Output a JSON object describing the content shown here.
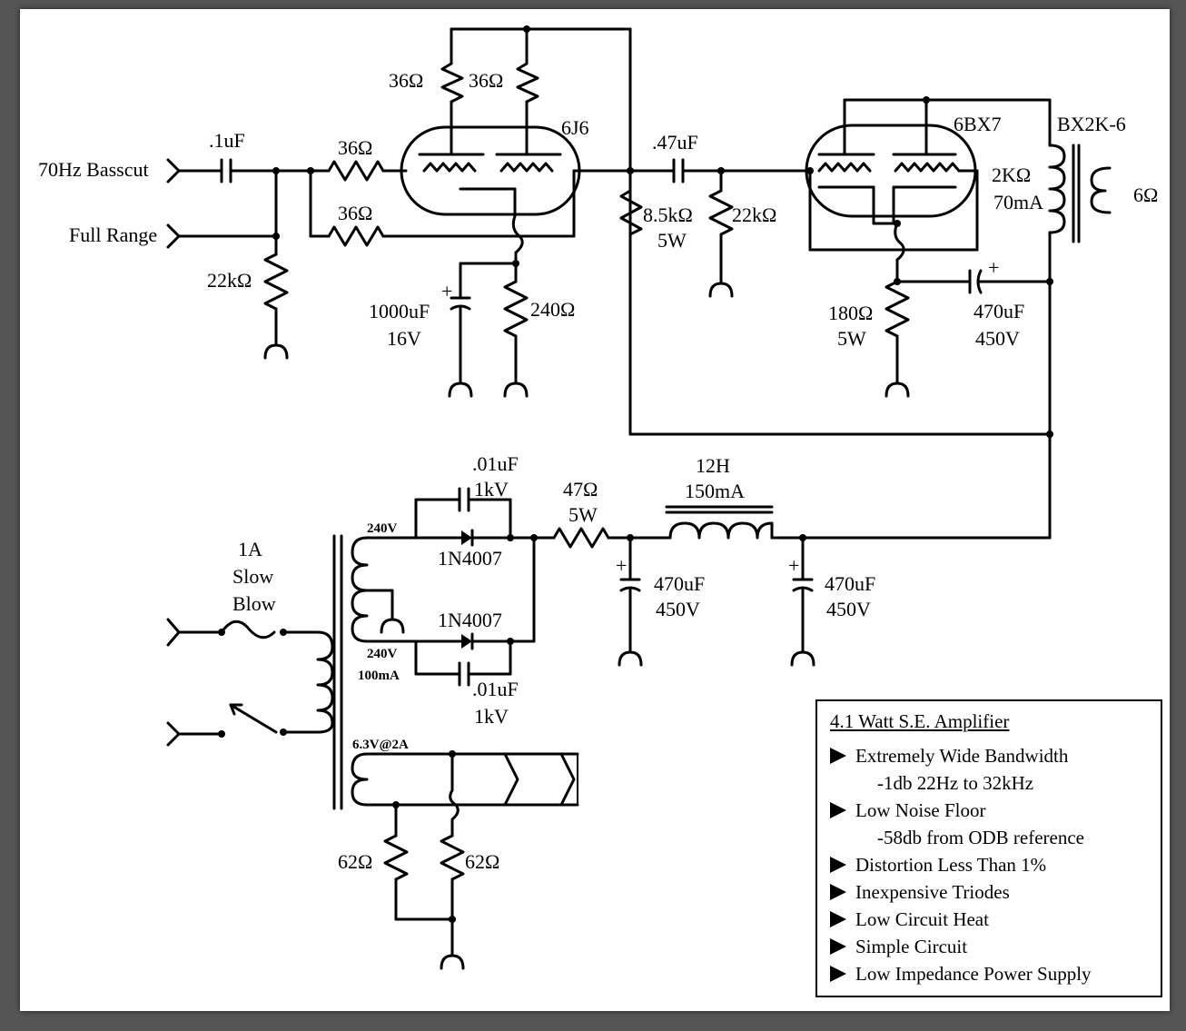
{
  "title": "4.1 Watt S.E. Amplifier",
  "features": [
    {
      "text": "Extremely Wide Bandwidth",
      "detail": "-1db 22Hz to 32kHz"
    },
    {
      "text": "Low Noise Floor",
      "detail": "-58db from ODB reference"
    },
    {
      "text": "Distortion Less Than 1%",
      "detail": ""
    },
    {
      "text": "Inexpensive Triodes",
      "detail": ""
    },
    {
      "text": "Low Circuit Heat",
      "detail": ""
    },
    {
      "text": "Simple Circuit",
      "detail": ""
    },
    {
      "text": "Low Impedance Power Supply",
      "detail": ""
    }
  ],
  "labels": {
    "in_basscut": "70Hz Basscut",
    "in_full": "Full Range",
    "c_in": ".1uF",
    "r_grid": "22kΩ",
    "r36_a": "36Ω",
    "r36_b": "36Ω",
    "r36_c": "36Ω",
    "r36_d": "36Ω",
    "tube1": "6J6",
    "c_cath1": "1000uF",
    "c_cath1_v": "16V",
    "r_cath1": "240Ω",
    "c_coup": ".47uF",
    "r_drop": "8.5kΩ",
    "r_drop_w": "5W",
    "r_grid2": "22kΩ",
    "tube2": "6BX7",
    "xfmr": "BX2K-6",
    "pri_z": "2KΩ",
    "pri_i": "70mA",
    "sec_z": "6Ω",
    "r_cath2": "180Ω",
    "r_cath2_w": "5W",
    "c_cath2": "470uF",
    "c_cath2_v": "450V",
    "fuse": "1A",
    "fuse2": "Slow",
    "fuse3": "Blow",
    "pt_hv_top": "240V",
    "pt_hv_bot": "240V",
    "pt_hv_i": "100mA",
    "pt_fil": "6.3V@2A",
    "c_snub1": ".01uF",
    "c_snub1_v": "1kV",
    "c_snub2": ".01uF",
    "c_snub2_v": "1kV",
    "d1": "1N4007",
    "d2": "1N4007",
    "r_ps": "47Ω",
    "r_ps_w": "5W",
    "choke": "12H",
    "choke_i": "150mA",
    "c_f1": "470uF",
    "c_f1_v": "450V",
    "c_f2": "470uF",
    "c_f2_v": "450V",
    "r_hum1": "62Ω",
    "r_hum2": "62Ω"
  }
}
